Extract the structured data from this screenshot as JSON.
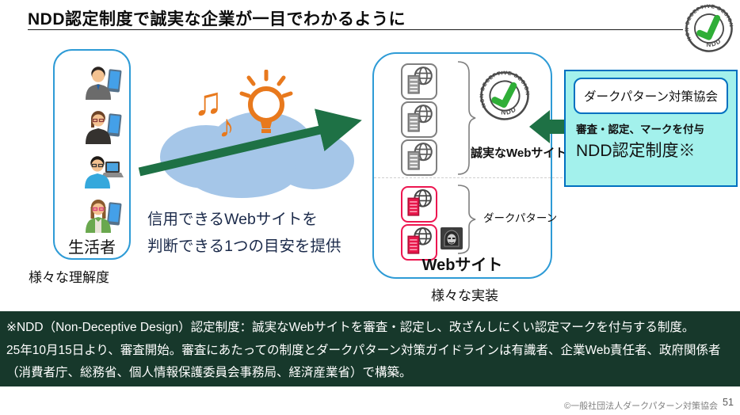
{
  "title": "NDD認定制度で誠実な企業が一目でわかるように",
  "stamp": {
    "arc_text": "NON DECEPTIVE DESIGN",
    "ndd": "NDD"
  },
  "left_panel": {
    "label": "生活者",
    "caption": "様々な理解度",
    "people": [
      "businessman-with-tablet",
      "businesswoman-with-tablet",
      "man-with-laptop",
      "woman-with-tablet"
    ]
  },
  "middle": {
    "line1": "信用できるWebサイトを",
    "line2": "判断できる1つの目安を提供",
    "notes_double": "♫",
    "note_single": "♪"
  },
  "right_panel": {
    "honest_label": "誠実なWebサイト",
    "dark_label": "ダークパターン",
    "box_label": "Webサイト",
    "caption": "様々な実装"
  },
  "assoc_box": {
    "org": "ダークパターン対策協会",
    "action": "審査・認定、マークを付与",
    "system": "NDD認定制度※"
  },
  "banner": {
    "line1": "※NDD（Non-Deceptive Design）認定制度：誠実なWebサイトを審査・認定し、改ざんしにくい認定マークを付与する制度。",
    "line2": "25年10月15日より、審査開始。審査にあたっての制度とダークパターン対策ガイドラインは有識者、企業Web責任者、政府関係者",
    "line3": "（消費者庁、総務省、個人情報保護委員会事務局、経済産業省）で構築。"
  },
  "footer": {
    "copyright": "©一般社団法人ダークパターン対策協会",
    "page": "51"
  },
  "colors": {
    "accent_green": "#1E7145",
    "banner_bg": "#17382B",
    "cyan_bg": "#A3F1EC",
    "blue_border": "#2E9BD6",
    "dark_blue_border": "#0070C0",
    "pink": "#ED1650",
    "orange": "#E8791D",
    "check_green": "#2FAE37",
    "cloud_blue": "#A5C6E8"
  }
}
